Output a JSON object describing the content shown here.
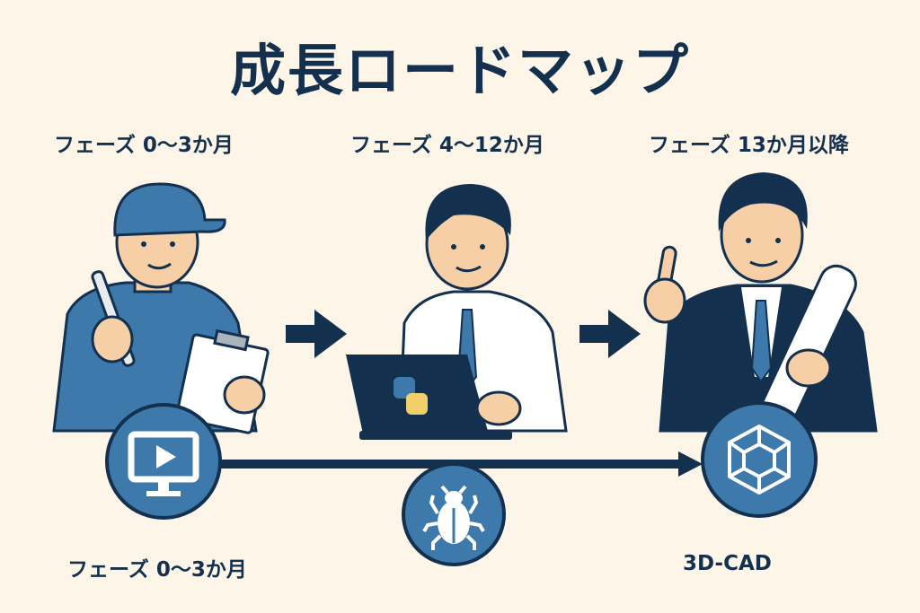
{
  "title": "成長ロードマップ",
  "phases": [
    {
      "label": "フェーズ 0〜3か月",
      "figure": "mechanic-with-wrench-and-clipboard"
    },
    {
      "label": "フェーズ 4〜12か月",
      "figure": "engineer-with-python-laptop"
    },
    {
      "label": "フェーズ 13か月以降",
      "figure": "manager-with-blueprint"
    }
  ],
  "timeline": {
    "milestones": [
      {
        "icon": "monitor-play-icon",
        "label": "フェーズ 0〜3か月"
      },
      {
        "icon": "bug-icon"
      },
      {
        "icon": "cube-3d-icon",
        "label": "3D-CAD"
      }
    ]
  },
  "colors": {
    "background": "#fdf5e8",
    "navy": "#14304f",
    "blue": "#3d7aab",
    "skin": "#f7cfa6"
  }
}
